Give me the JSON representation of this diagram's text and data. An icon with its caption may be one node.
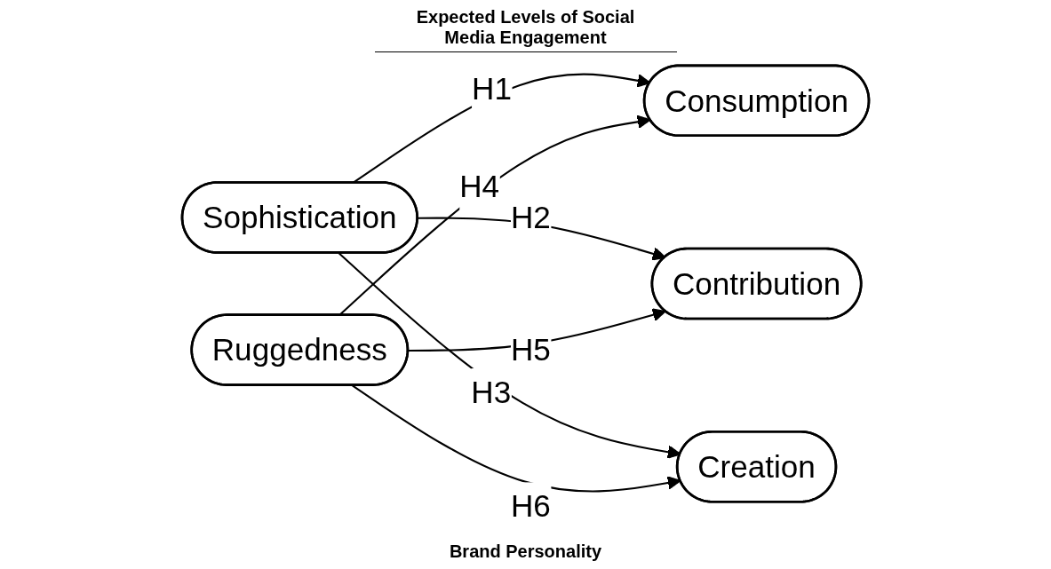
{
  "diagram": {
    "title": "Expected Levels of Social Media Engagement",
    "nodes": [
      {
        "text": [
          "Sophistication"
        ]
      },
      {
        "text": [
          "Consumption"
        ]
      },
      {
        "text": [
          "Contribution"
        ]
      },
      {
        "text": [
          "Creation"
        ]
      },
      {
        "text": [
          "Ruggedness"
        ]
      }
    ],
    "edges": [
      {
        "from": 0,
        "to": 1,
        "arrow": "to",
        "label": "H1"
      },
      {
        "from": 0,
        "to": 2,
        "arrow": "to",
        "label": "H2"
      },
      {
        "from": 0,
        "to": 3,
        "arrow": "to",
        "label": "H3"
      },
      {
        "from": 4,
        "to": 1,
        "arrow": "to",
        "label": "H4"
      },
      {
        "from": 4,
        "to": 2,
        "arrow": "to",
        "label": "H5"
      },
      {
        "from": 4,
        "to": 3,
        "arrow": "to",
        "label": "H6"
      }
    ],
    "labels": [
      "Brand Personality"
    ]
  }
}
